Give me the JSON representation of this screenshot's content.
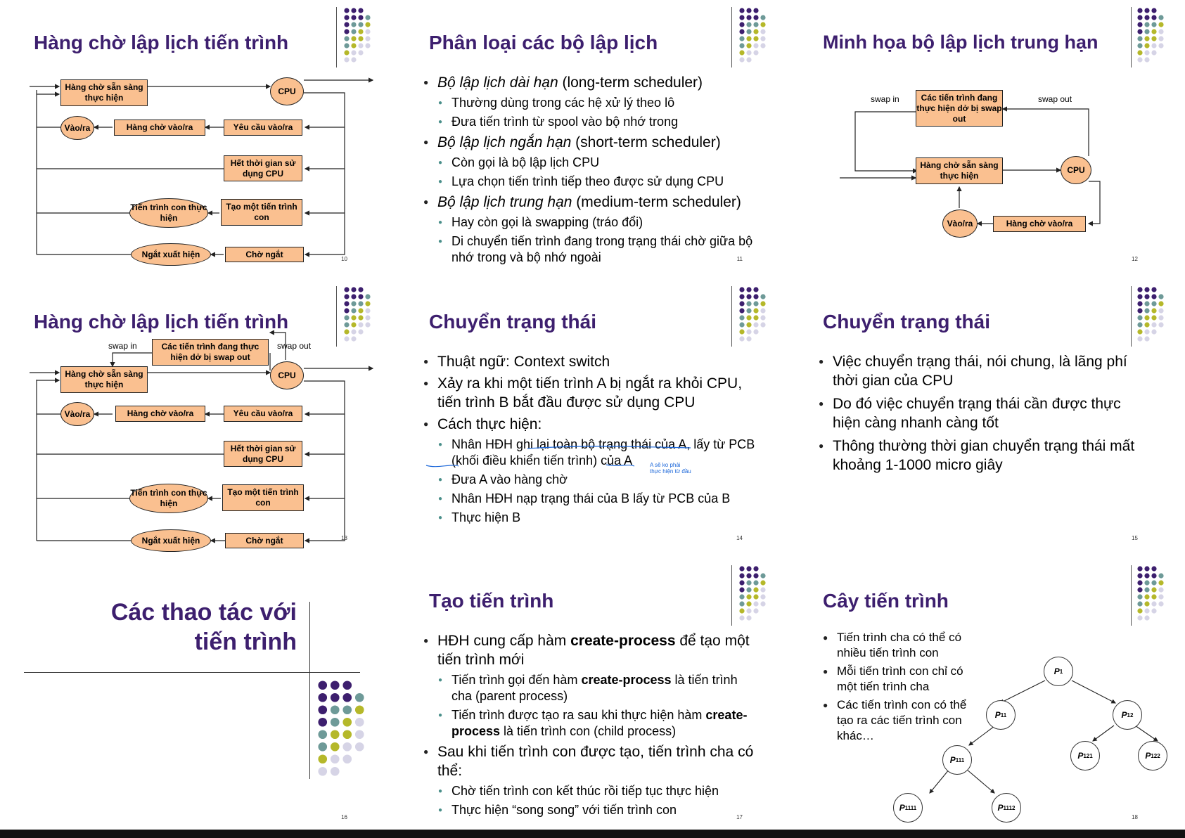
{
  "slides": {
    "s10": {
      "title": "Hàng chờ lập lịch tiến trình",
      "page": "10",
      "boxes": {
        "ready": "Hàng chờ sẵn sàng thực hiện",
        "cpu": "CPU",
        "io": "Vào/ra",
        "io_queue": "Hàng chờ vào/ra",
        "io_request": "Yêu cầu vào/ra",
        "time_slice": "Hết thời gian sử dụng CPU",
        "child_exec": "Tiến trình con thực hiện",
        "fork": "Tạo một tiến trình con",
        "interrupt": "Ngắt xuất hiện",
        "wait_interrupt": "Chờ ngắt"
      }
    },
    "s11": {
      "title": "Phân loại các bộ lập lịch",
      "page": "11",
      "b1_italic": "Bộ lập lịch dài hạn",
      "b1_rest": " (long-term scheduler)",
      "b1_sub1": "Thường dùng trong các hệ xử lý theo lô",
      "b1_sub2": "Đưa tiến trình từ spool vào bộ nhớ trong",
      "b2_italic": "Bộ lập lịch ngắn hạn",
      "b2_rest": " (short-term scheduler)",
      "b2_sub1": "Còn gọi là bộ lập lịch CPU",
      "b2_sub2": "Lựa chọn tiến trình tiếp theo được sử dụng CPU",
      "b3_italic": "Bộ lập lịch trung hạn",
      "b3_rest": " (medium-term scheduler)",
      "b3_sub1": "Hay còn gọi là swapping (tráo đổi)",
      "b3_sub2": "Di chuyển tiến trình đang trong trạng thái chờ giữa bộ nhớ trong và bộ nhớ ngoài"
    },
    "s12": {
      "title": "Minh họa bộ lập lịch trung hạn",
      "page": "12",
      "swap_in": "swap in",
      "swap_out": "swap out",
      "swapped": "Các tiến trình đang thực hiện dở bị swap out",
      "ready": "Hàng chờ sẵn sàng thực hiện",
      "cpu": "CPU",
      "io": "Vào/ra",
      "io_queue": "Hàng chờ vào/ra"
    },
    "s13": {
      "title": "Hàng chờ lập lịch tiến trình",
      "page": "13",
      "swap_in": "swap in",
      "swap_out": "swap out",
      "swapped": "Các tiến trình đang thực hiện dở bị swap out",
      "boxes": {
        "ready": "Hàng chờ sẵn sàng thực hiện",
        "cpu": "CPU",
        "io": "Vào/ra",
        "io_queue": "Hàng chờ vào/ra",
        "io_request": "Yêu cầu vào/ra",
        "time_slice": "Hết thời gian sử dụng CPU",
        "child_exec": "Tiến trình con thực hiện",
        "fork": "Tạo một tiến trình con",
        "interrupt": "Ngắt xuất hiện",
        "wait_interrupt": "Chờ ngắt"
      }
    },
    "s14": {
      "title": "Chuyển trạng thái",
      "page": "14",
      "b1": "Thuật ngữ: Context switch",
      "b2": "Xảy ra khi một tiến trình A bị ngắt ra khỏi CPU, tiến trình B bắt đầu được sử dụng CPU",
      "b3": "Cách thực hiện:",
      "b3_sub1": "Nhân HĐH ghi lại toàn bộ trạng thái của A, lấy từ PCB (khối điều khiển tiến trình) của A",
      "b3_sub2": "Đưa A vào hàng chờ",
      "b3_sub3": "Nhân HĐH nạp trạng thái của B lấy từ PCB của B",
      "b3_sub4": "Thực hiện B",
      "handwriting": "A sẽ ko phải thực hiện từ đầu"
    },
    "s15": {
      "title": "Chuyển trạng thái",
      "page": "15",
      "b1": "Việc chuyển trạng thái, nói chung, là lãng phí thời gian của CPU",
      "b2": "Do đó việc chuyển trạng thái cần được thực hiện càng nhanh càng tốt",
      "b3": "Thông thường thời gian chuyển trạng thái mất khoảng 1-1000 micro giây"
    },
    "s16": {
      "title_line1": "Các thao tác với",
      "title_line2": "tiến trình",
      "page": "16"
    },
    "s17": {
      "title": "Tạo tiến trình",
      "page": "17",
      "b1_a": "HĐH cung cấp hàm ",
      "b1_bold": "create-process",
      "b1_b": " để tạo một tiến trình mới",
      "b1_sub1_a": "Tiến trình gọi đến hàm ",
      "b1_sub1_bold": "create-process",
      "b1_sub1_b": " là tiến trình cha (parent process)",
      "b1_sub2_a": "Tiến trình được tạo ra sau khi thực hiện hàm ",
      "b1_sub2_bold": "create-process",
      "b1_sub2_b": " là tiến trình con (child process)",
      "b2": "Sau khi tiến trình con được tạo, tiến trình cha có thể:",
      "b2_sub1": "Chờ tiến trình con kết thúc rồi tiếp tục thực hiện",
      "b2_sub2": "Thực hiện “song song” với tiến trình con"
    },
    "s18": {
      "title": "Cây tiến trình",
      "page": "18",
      "b1": "Tiến trình cha có thể có nhiều tiến trình con",
      "b2": "Mỗi tiến trình con chỉ có một tiến trình cha",
      "b3": "Các tiến trình con có thể tạo ra các tiến trình con khác…",
      "nodes": {
        "p": "P",
        "n1": "1",
        "n11": "11",
        "n12": "12",
        "n111": "111",
        "n121": "121",
        "n122": "122",
        "n1111": "1111",
        "n1112": "1112"
      }
    }
  },
  "colors": {
    "title": "#3d1f6e",
    "box_fill": "#fac090",
    "bullet_teal": "#4a8f8a",
    "dot_purple": "#3d1f6e",
    "dot_teal": "#6e9a98",
    "dot_olive": "#b5b82a",
    "dot_gray": "#d6d4e6"
  }
}
